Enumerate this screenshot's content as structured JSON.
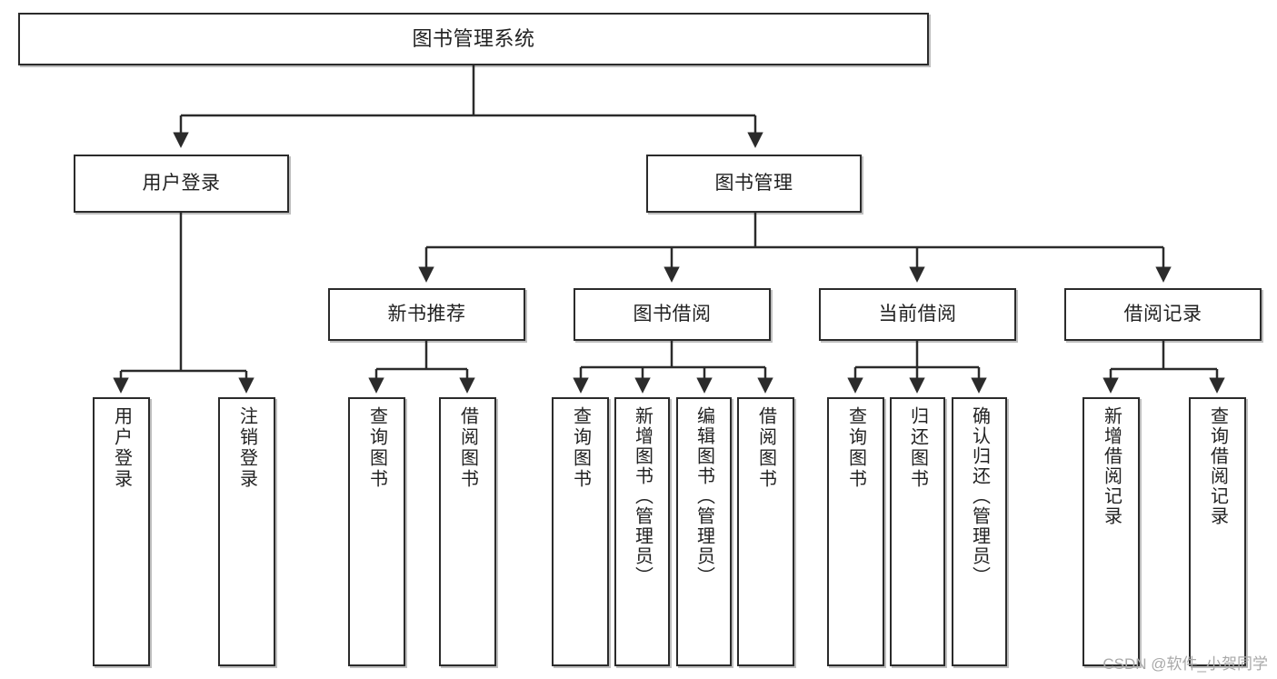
{
  "diagram": {
    "type": "tree",
    "title": "图书管理系统",
    "orientation": "top-down",
    "colors": {
      "box_border": "#2b2b2b",
      "box_fill": "#ffffff",
      "connector": "#2b2b2b",
      "watermark": "#a9a9a9",
      "background": "#ffffff"
    }
  },
  "watermark": {
    "text": "CSDN @软件_小贺同学"
  },
  "nodes": {
    "root": {
      "label": "图书管理系统"
    },
    "level2": [
      {
        "id": "user-login",
        "label": "用户登录"
      },
      {
        "id": "book-management",
        "label": "图书管理"
      }
    ],
    "level3": [
      {
        "id": "new-book-recommend",
        "label": "新书推荐"
      },
      {
        "id": "book-borrow",
        "label": "图书借阅"
      },
      {
        "id": "current-borrow",
        "label": "当前借阅"
      },
      {
        "id": "borrow-record",
        "label": "借阅记录"
      }
    ],
    "leaves": {
      "user_login": [
        {
          "id": "leaf-user-login",
          "label": "用户登录"
        },
        {
          "id": "leaf-user-logout",
          "label": "注销登录"
        }
      ],
      "new_book_recommend": [
        {
          "id": "leaf-query-book-1",
          "label": "查询图书"
        },
        {
          "id": "leaf-borrow-book-1",
          "label": "借阅图书"
        }
      ],
      "book_borrow": [
        {
          "id": "leaf-query-book-2",
          "label": "查询图书"
        },
        {
          "id": "leaf-add-book",
          "label": "新增图书（管理员）"
        },
        {
          "id": "leaf-edit-book",
          "label": "编辑图书（管理员）"
        },
        {
          "id": "leaf-borrow-book-2",
          "label": "借阅图书"
        }
      ],
      "current_borrow": [
        {
          "id": "leaf-query-book-3",
          "label": "查询图书"
        },
        {
          "id": "leaf-return-book",
          "label": "归还图书"
        },
        {
          "id": "leaf-confirm-return",
          "label": "确认归还（管理员）"
        }
      ],
      "borrow_record": [
        {
          "id": "leaf-add-record",
          "label": "新增借阅记录"
        },
        {
          "id": "leaf-query-record",
          "label": "查询借阅记录"
        }
      ]
    }
  }
}
